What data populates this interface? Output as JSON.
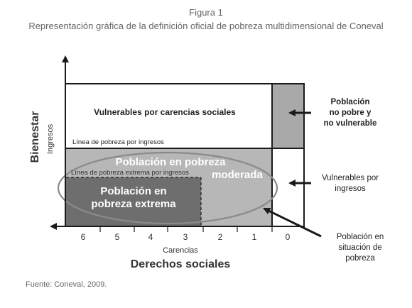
{
  "figure": {
    "number": "Figura 1",
    "title": "Representación gráfica de la definición oficial de pobreza multidimensional de Coneval",
    "source": "Fuente: Coneval, 2009."
  },
  "diagram": {
    "y_axis_label": "Bienestar",
    "y_axis_sublabel": "Ingresos",
    "x_axis_label": "Derechos sociales",
    "x_axis_sublabel": "Carencias",
    "x_ticks": [
      "6",
      "5",
      "4",
      "3",
      "2",
      "1",
      "0"
    ],
    "regions": {
      "vulnerables_carencias": "Vulnerables por carencias sociales",
      "linea_pobreza": "Línea de pobreza por ingresos",
      "pobreza_moderada_line1": "Población en pobreza",
      "pobreza_moderada_line2": "moderada",
      "linea_extrema": "Línea de pobreza extrema por ingresos",
      "pobreza_extrema_line1": "Población en",
      "pobreza_extrema_line2": "pobreza extrema"
    },
    "callouts": {
      "no_pobre": [
        "Población",
        "no pobre y",
        "no vulnerable"
      ],
      "vulnerables_ingresos": [
        "Vulnerables por",
        "ingresos"
      ],
      "situacion_pobreza": [
        "Población en",
        "situación de",
        "pobreza"
      ]
    },
    "colors": {
      "moderada_fill": "#b7b7b7",
      "extrema_fill": "#6e6e6e",
      "no_pobre_fill": "#a9a9a9",
      "line": "#1a1a1a"
    }
  }
}
